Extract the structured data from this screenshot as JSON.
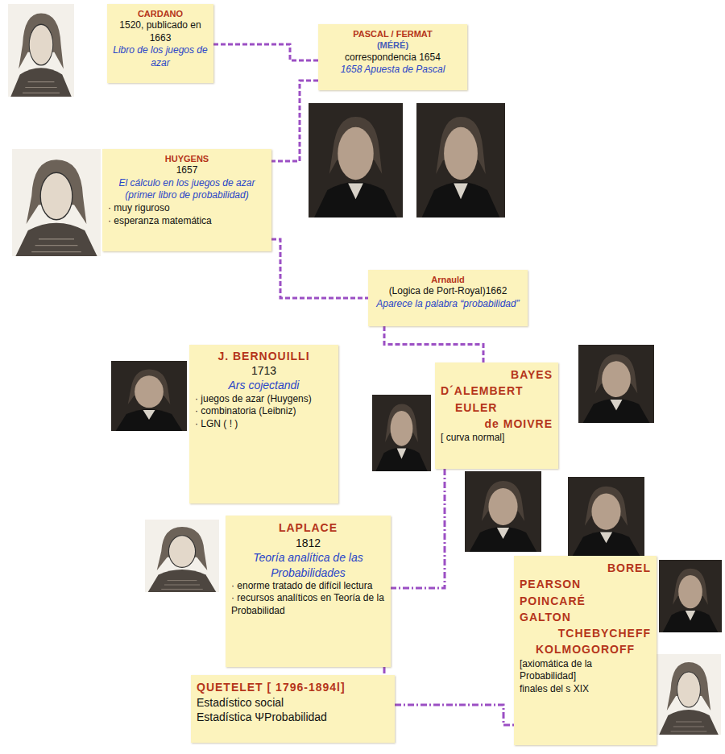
{
  "diagram": {
    "nodes": [
      {
        "text": [
          "CARDANO",
          "1520, publicado en 1663",
          "Libro de los juegos de azar"
        ]
      },
      {
        "text": [
          "PASCAL / FERMAT",
          "(MÉRÉ)",
          "correspondencia 1654",
          "1658 Apuesta de Pascal"
        ]
      },
      {
        "text": [
          "HUYGENS",
          "1657",
          "El cálculo en los juegos de azar (primer libro de probabilidad)",
          "· muy riguroso",
          "· esperanza matemática"
        ]
      },
      {
        "text": [
          "Arnauld",
          "(Logica de Port-Royal)1662",
          "Aparece la palabra “probabilidad”"
        ]
      },
      {
        "text": [
          "J. BERNOUILLI",
          "1713",
          "Ars cojectandi",
          "· juegos de azar (Huygens)",
          "· combinatoria (Leibniz)",
          "· LGN ( ! )"
        ]
      },
      {
        "text": [
          "BAYES",
          "D´ALEMBERT",
          "EULER",
          "de MOIVRE",
          "[ curva normal]"
        ]
      },
      {
        "text": [
          "LAPLACE",
          "1812",
          "Teoría analítica de las Probabilidades",
          "· enorme tratado de difícil lectura",
          "· recursos analíticos en Teoría de la Probabilidad"
        ]
      },
      {
        "text": [
          "QUETELET [ 1796-1894l]",
          "Estadístico social",
          "Estadística ΨProbabilidad"
        ]
      },
      {
        "text": [
          "BOREL",
          "PEARSON",
          "POINCARÉ",
          "GALTON",
          "TCHEBYCHEFF",
          "KOLMOGOROFF",
          "[axiomática de la Probabilidad]",
          "finales del s XIX"
        ]
      }
    ],
    "edges": [
      {
        "from": 0,
        "to": 1,
        "arrow": "none"
      },
      {
        "from": 1,
        "to": 2,
        "arrow": "none"
      },
      {
        "from": 2,
        "to": 3,
        "arrow": "none"
      },
      {
        "from": 3,
        "to": 5,
        "arrow": "none"
      },
      {
        "from": 5,
        "to": 6,
        "arrow": "none"
      },
      {
        "from": 6,
        "to": 7,
        "arrow": "none"
      },
      {
        "from": 7,
        "to": 8,
        "arrow": "none"
      }
    ]
  }
}
